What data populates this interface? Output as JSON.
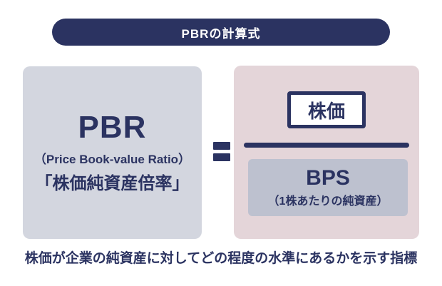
{
  "colors": {
    "navy": "#2b3361",
    "banner_bg": "#2b3361",
    "banner_text": "#ffffff",
    "left_card_bg": "#d3d6df",
    "right_card_bg": "#e4d5d9",
    "numerator_box_bg": "#ffffff",
    "denominator_box_bg": "#bdc1cf",
    "page_bg": "#ffffff"
  },
  "banner": {
    "title": "PBRの計算式"
  },
  "formula": {
    "left": {
      "acronym": "PBR",
      "full_name": "（Price Book-value Ratio）",
      "japanese_name": "「株価純資産倍率」"
    },
    "equals": "=",
    "right": {
      "numerator": "株価",
      "denominator": {
        "acronym": "BPS",
        "description": "（1株あたりの純資産）"
      }
    }
  },
  "caption": "株価が企業の純資産に対してどの程度の水準にあるかを示す指標"
}
